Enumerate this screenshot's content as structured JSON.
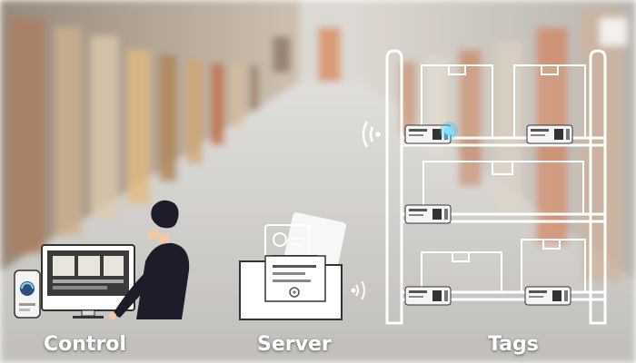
{
  "labels": {
    "control": "Control",
    "server": "Server",
    "tags": "Tags"
  },
  "colors": {
    "outline": "#ffffff",
    "line_dark": "#3a3a3a",
    "accent_teal": "#2a8ea0",
    "wifi_blue": "#3fc3f0",
    "person_dark": "#1f1c2a"
  },
  "icons": [
    "computer-monitor-icon",
    "smartphone-icon",
    "person-icon",
    "folder-icon",
    "document-icon",
    "wifi-signal-icon",
    "shelf-rack-icon",
    "box-icon",
    "electronic-shelf-label-icon"
  ]
}
